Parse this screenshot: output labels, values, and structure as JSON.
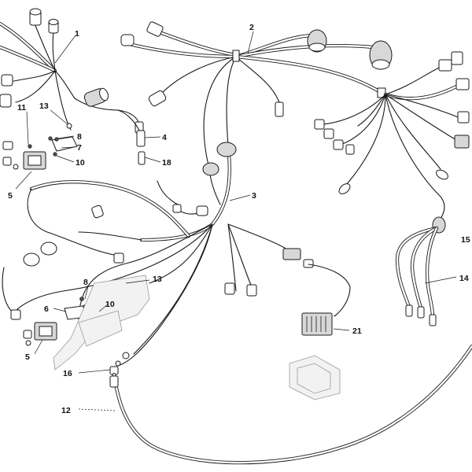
{
  "diagram": {
    "callouts": [
      {
        "id": "c1",
        "text": "1"
      },
      {
        "id": "c2",
        "text": "2"
      },
      {
        "id": "c3",
        "text": "3"
      },
      {
        "id": "c4",
        "text": "4"
      },
      {
        "id": "c5a",
        "text": "5"
      },
      {
        "id": "c5b",
        "text": "5"
      },
      {
        "id": "c6",
        "text": "6"
      },
      {
        "id": "c7",
        "text": "7"
      },
      {
        "id": "c8a",
        "text": "8"
      },
      {
        "id": "c8b",
        "text": "8"
      },
      {
        "id": "c10a",
        "text": "10"
      },
      {
        "id": "c10b",
        "text": "10"
      },
      {
        "id": "c11",
        "text": "11"
      },
      {
        "id": "c12",
        "text": "12"
      },
      {
        "id": "c13a",
        "text": "13"
      },
      {
        "id": "c13b",
        "text": "13"
      },
      {
        "id": "c14",
        "text": "14"
      },
      {
        "id": "c15",
        "text": "15"
      },
      {
        "id": "c16",
        "text": "16"
      },
      {
        "id": "c18",
        "text": "18"
      },
      {
        "id": "c21",
        "text": "21"
      }
    ]
  }
}
